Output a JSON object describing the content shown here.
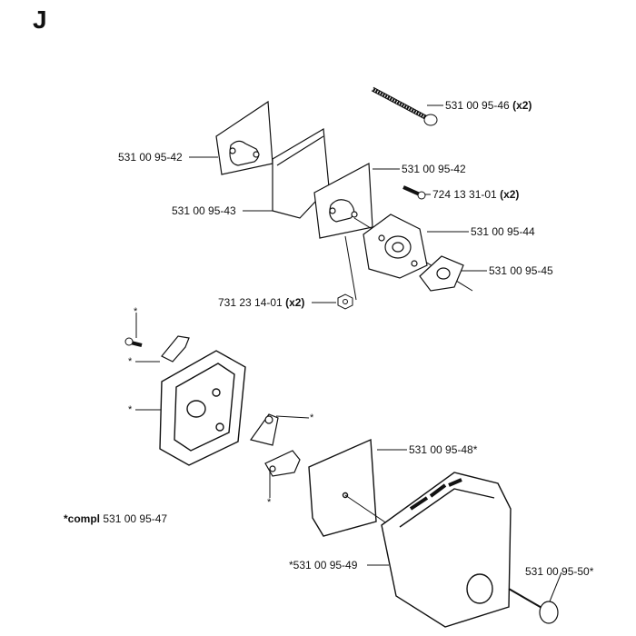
{
  "section_letter": "J",
  "parts": [
    {
      "number": "531 00 95-46",
      "qty": "(x2)"
    },
    {
      "number": "531 00 95-42",
      "qty": ""
    },
    {
      "number": "531 00 95-42",
      "qty": ""
    },
    {
      "number": "724 13 31-01",
      "qty": "(x2)"
    },
    {
      "number": "531 00 95-43",
      "qty": ""
    },
    {
      "number": "531 00 95-44",
      "qty": ""
    },
    {
      "number": "531 00 95-45",
      "qty": ""
    },
    {
      "number": "731 23 14-01",
      "qty": "(x2)"
    },
    {
      "number": "531 00 95-48*",
      "qty": ""
    },
    {
      "number": "*531 00 95-49",
      "qty": ""
    },
    {
      "number": "531 00 95-50*",
      "qty": ""
    }
  ],
  "compl_note": {
    "prefix": "*compl",
    "number": "531 00 95-47"
  },
  "asterisk": "*"
}
